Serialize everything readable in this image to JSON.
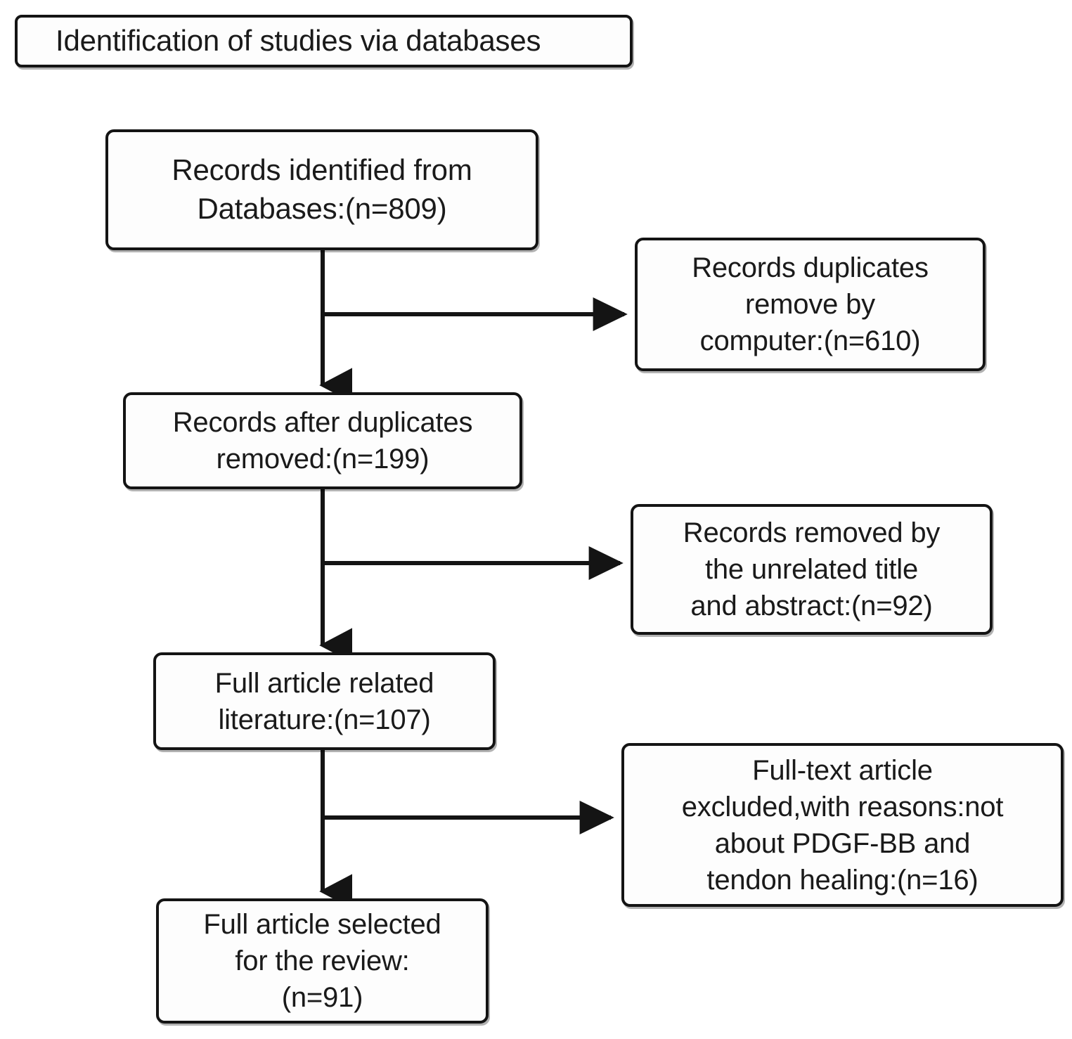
{
  "diagram": {
    "type": "flowchart",
    "title": "PRISMA study selection flow diagram",
    "header": {
      "label": "Identification of studies via databases"
    },
    "colors": {
      "box_border": "#141414",
      "box_fill": "#fdfdfd",
      "connector": "#141414",
      "text": "#1a1a1a",
      "background": "#ffffff"
    },
    "nodes": {
      "identified": {
        "id": "records-identified",
        "label": "Records identified from\nDatabases:(n=809)",
        "count": 809,
        "column": "left",
        "step": 1
      },
      "duplicates_removed": {
        "id": "records-duplicates-removed",
        "label": "Records duplicates\nremove by\ncomputer:(n=610)",
        "count": 610,
        "column": "right",
        "step": 1
      },
      "after_duplicates": {
        "id": "records-after-duplicates",
        "label": "Records after duplicates\nremoved:(n=199)",
        "count": 199,
        "column": "left",
        "step": 2
      },
      "title_abstract_removed": {
        "id": "records-removed-title-abstract",
        "label": "Records removed by\nthe unrelated title\nand abstract:(n=92)",
        "count": 92,
        "column": "right",
        "step": 2
      },
      "full_related": {
        "id": "full-article-related",
        "label": "Full article related\nliterature:(n=107)",
        "count": 107,
        "column": "left",
        "step": 3
      },
      "fulltext_excluded": {
        "id": "full-text-excluded",
        "label": "Full-text article\nexcluded,with reasons:not\nabout PDGF-BB and\ntendon healing:(n=16)",
        "count": 16,
        "column": "right",
        "step": 3
      },
      "selected": {
        "id": "full-article-selected",
        "label": "Full article selected\nfor the review:\n(n=91)",
        "count": 91,
        "column": "left",
        "step": 4
      }
    },
    "edges": [
      {
        "from": "identified",
        "to": "after_duplicates",
        "direction": "down",
        "arrow": "arrowhead-down"
      },
      {
        "from": "identified",
        "to": "duplicates_removed",
        "direction": "right",
        "arrow": "arrowhead-right"
      },
      {
        "from": "after_duplicates",
        "to": "full_related",
        "direction": "down",
        "arrow": "arrowhead-down"
      },
      {
        "from": "after_duplicates",
        "to": "title_abstract_removed",
        "direction": "right",
        "arrow": "arrowhead-right"
      },
      {
        "from": "full_related",
        "to": "selected",
        "direction": "down",
        "arrow": "arrowhead-down"
      },
      {
        "from": "full_related",
        "to": "fulltext_excluded",
        "direction": "right",
        "arrow": "arrowhead-right"
      }
    ]
  }
}
